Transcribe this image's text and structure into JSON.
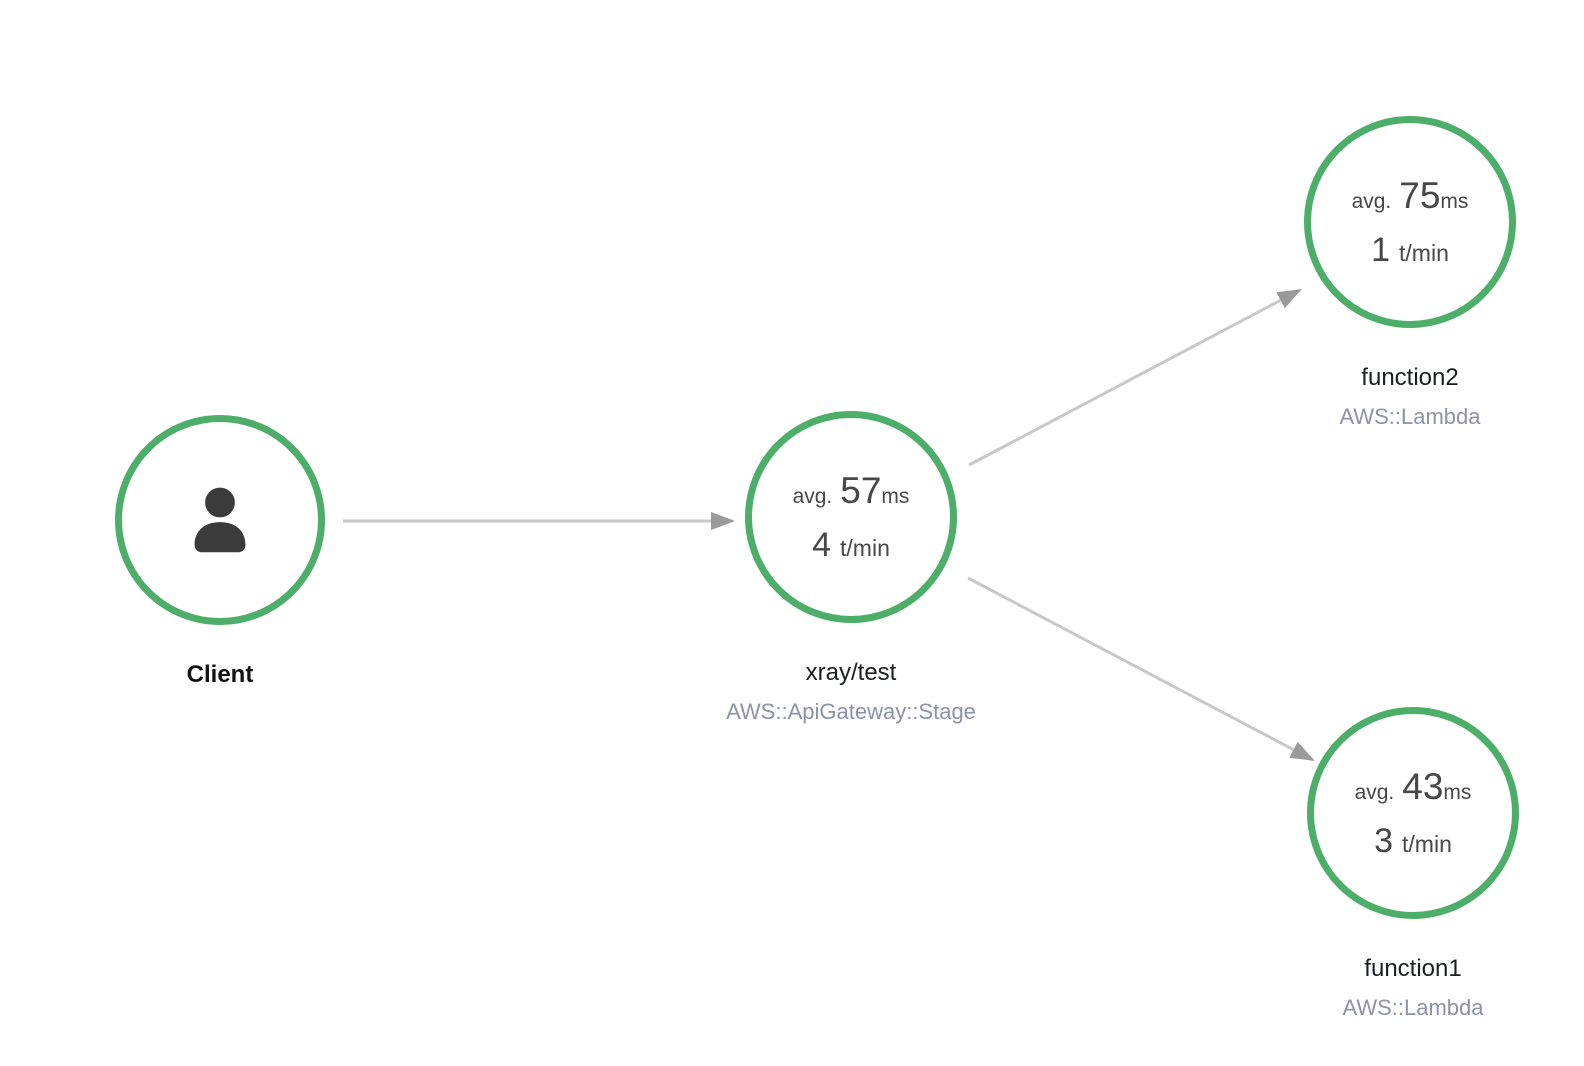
{
  "diagram": {
    "kind": "service-map",
    "colors": {
      "node_ring_healthy": "#4DAE69",
      "edge_line": "#C8C8C8",
      "edge_arrowhead": "#9A9A9A",
      "metric_text": "#474747",
      "label_text": "#1B1E22",
      "type_text": "#8C92A8",
      "person_icon": "#3B3B3B",
      "background": "#FFFFFF"
    },
    "nodes": [
      {
        "id": "client",
        "label": "Client",
        "icon": "person-icon"
      },
      {
        "id": "xray-test",
        "label": "xray/test",
        "type": "AWS::ApiGateway::Stage",
        "avg_prefix": "avg.",
        "avg_value": "57",
        "avg_unit": "ms",
        "rate_value": "4",
        "rate_unit": "t/min"
      },
      {
        "id": "function2",
        "label": "function2",
        "type": "AWS::Lambda",
        "avg_prefix": "avg.",
        "avg_value": "75",
        "avg_unit": "ms",
        "rate_value": "1",
        "rate_unit": "t/min"
      },
      {
        "id": "function1",
        "label": "function1",
        "type": "AWS::Lambda",
        "avg_prefix": "avg.",
        "avg_value": "43",
        "avg_unit": "ms",
        "rate_value": "3",
        "rate_unit": "t/min"
      }
    ],
    "edges": [
      {
        "from": "Client",
        "to": "xray/test"
      },
      {
        "from": "xray/test",
        "to": "function2"
      },
      {
        "from": "xray/test",
        "to": "function1"
      }
    ]
  }
}
